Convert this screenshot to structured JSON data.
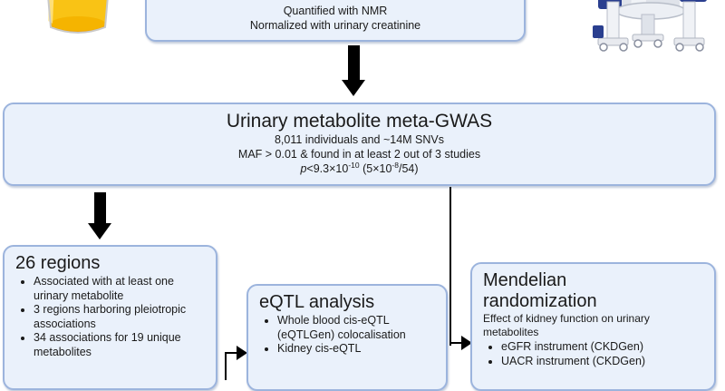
{
  "figure": {
    "type": "flowchart",
    "background": "#ffffff",
    "box_fill": "#eaf1fb",
    "box_border": "#9cb4dd"
  },
  "nmr_box": {
    "line1": "Quantified with NMR",
    "line2": "Normalized with urinary creatinine"
  },
  "gwas_box": {
    "title": "Urinary metabolite meta-GWAS",
    "line1": "8,011 individuals and ~14M SNVs",
    "line2": "MAF > 0.01 & found in at least 2 out of 3 studies",
    "pvalue_prefix": "p",
    "pvalue_main": "<9.3×10",
    "pvalue_exp1": "-10",
    "pvalue_paren_open": " (5×10",
    "pvalue_exp2": "-8",
    "pvalue_paren_close": "/54)"
  },
  "regions_box": {
    "title": "26 regions",
    "bullets": [
      "Associated with at least one urinary metabolite",
      "3 regions harboring pleiotropic associations",
      "34 associations for 19 unique metabolites"
    ]
  },
  "eqtl_box": {
    "title": "eQTL analysis",
    "bullets": [
      "Whole blood cis-eQTL (eQTLGen) colocalisation",
      "Kidney cis-eQTL"
    ]
  },
  "mr_box": {
    "title_line1": "Mendelian",
    "title_line2": "randomization",
    "subtitle": "Effect of kidney function on urinary metabolites",
    "bullets": [
      "eGFR instrument (CKDGen)",
      "UACR instrument (CKDGen)"
    ]
  },
  "illustrations": {
    "urine_cup": "urine-sample-cup",
    "spectrometer": "nmr-spectrometer"
  }
}
